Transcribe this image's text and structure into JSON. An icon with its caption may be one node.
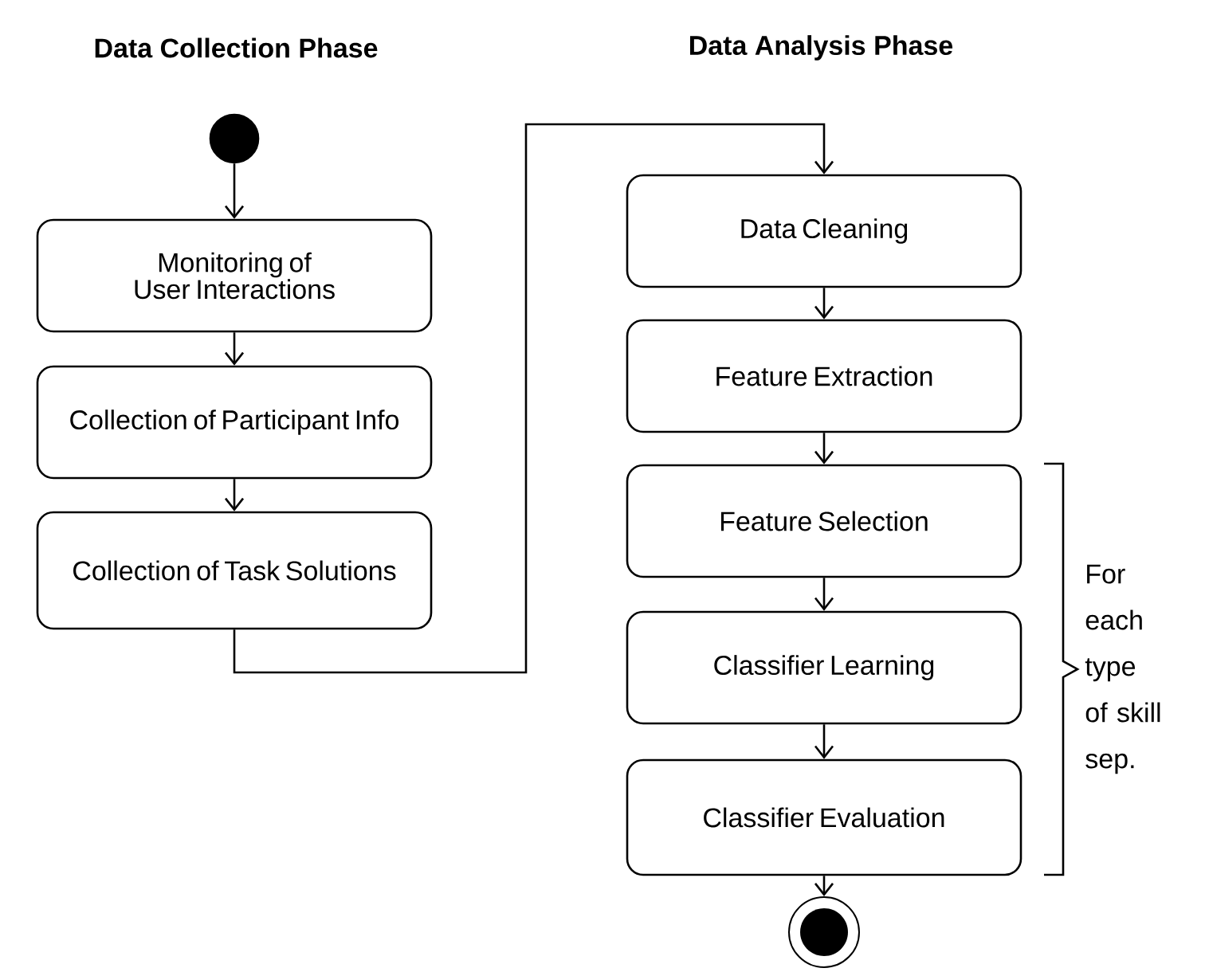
{
  "diagram": {
    "nodes": [
      {
        "text": [],
        "shape": "circle"
      },
      {
        "text": [
          "Monitoring of User Interactions"
        ]
      },
      {
        "text": [
          "Collection of Participant Info"
        ]
      },
      {
        "text": [
          "Collection of Task Solutions"
        ]
      },
      {
        "text": [
          "Data Cleaning"
        ]
      },
      {
        "text": [
          "Feature Extraction"
        ]
      },
      {
        "text": [
          "Feature Selection"
        ]
      },
      {
        "text": [
          "Classifier Learning"
        ]
      },
      {
        "text": [
          "Classifier Evaluation"
        ]
      },
      {
        "text": [],
        "shape": "bullseye"
      }
    ],
    "edges": [
      {
        "from": 0,
        "to": 1,
        "arrow": "to"
      },
      {
        "from": 1,
        "to": 2,
        "arrow": "to"
      },
      {
        "from": 2,
        "to": 3,
        "arrow": "to"
      },
      {
        "from": 3,
        "to": 4,
        "arrow": "to"
      },
      {
        "from": 4,
        "to": 5,
        "arrow": "to"
      },
      {
        "from": 5,
        "to": 6,
        "arrow": "to"
      },
      {
        "from": 6,
        "to": 7,
        "arrow": "to"
      },
      {
        "from": 7,
        "to": 8,
        "arrow": "to"
      },
      {
        "from": 8,
        "to": 9,
        "arrow": "to"
      }
    ],
    "labels": [
      "Data Collection Phase",
      "Data Analysis Phase",
      "For each type of skill sep."
    ]
  }
}
